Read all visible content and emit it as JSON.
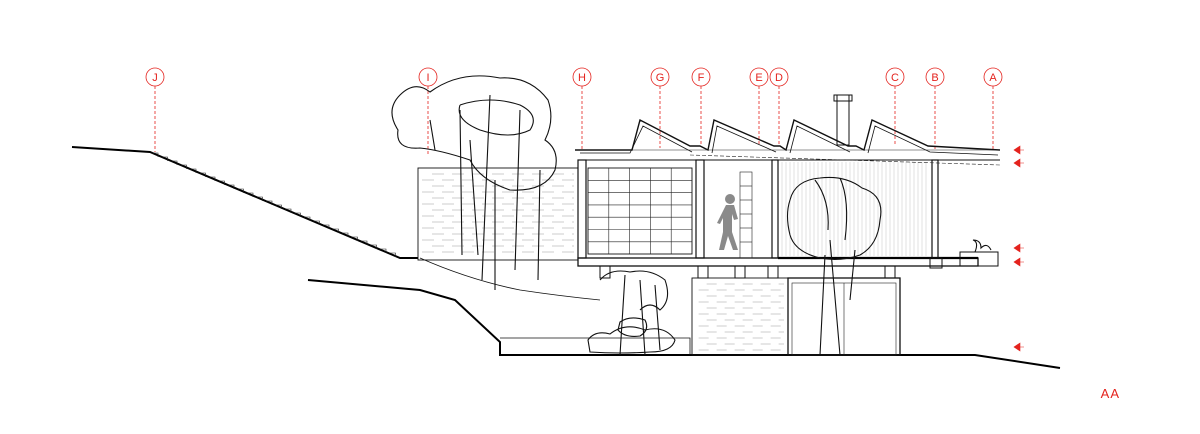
{
  "section_label": "AA",
  "grid_axes": [
    {
      "id": "J"
    },
    {
      "id": "I"
    },
    {
      "id": "H"
    },
    {
      "id": "G"
    },
    {
      "id": "F"
    },
    {
      "id": "E"
    },
    {
      "id": "D"
    },
    {
      "id": "C"
    },
    {
      "id": "B"
    },
    {
      "id": "A"
    }
  ],
  "accent_color": "#e4231e",
  "line_color": "#111111"
}
